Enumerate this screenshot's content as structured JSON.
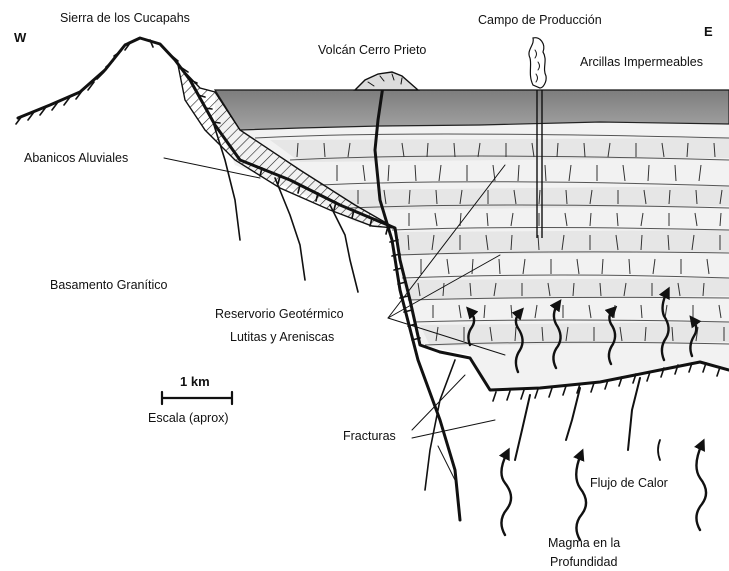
{
  "labels": {
    "west": "W",
    "east": "E",
    "sierra": "Sierra de los Cucapahs",
    "production_field": "Campo de Producción",
    "volcano": "Volcán Cerro Prieto",
    "clays": "Arcillas Impermeables",
    "alluvial_fans": "Abanicos Aluviales",
    "granitic_basement": "Basamento Granítico",
    "reservoir_line1": "Reservorio Geotérmico",
    "reservoir_line2": "Lutitas y Areniscas",
    "scale_value": "1 km",
    "scale_caption": "Escala (aprox)",
    "fractures": "Fracturas",
    "heat_flow": "Flujo de Calor",
    "magma_line1": "Magma en la",
    "magma_line2": "Profundidad"
  },
  "colors": {
    "clay_layer": "#8a8a8a",
    "sediment_light": "#f2f2f2",
    "sediment_band": "#e6e6e6",
    "ink": "#111111"
  }
}
